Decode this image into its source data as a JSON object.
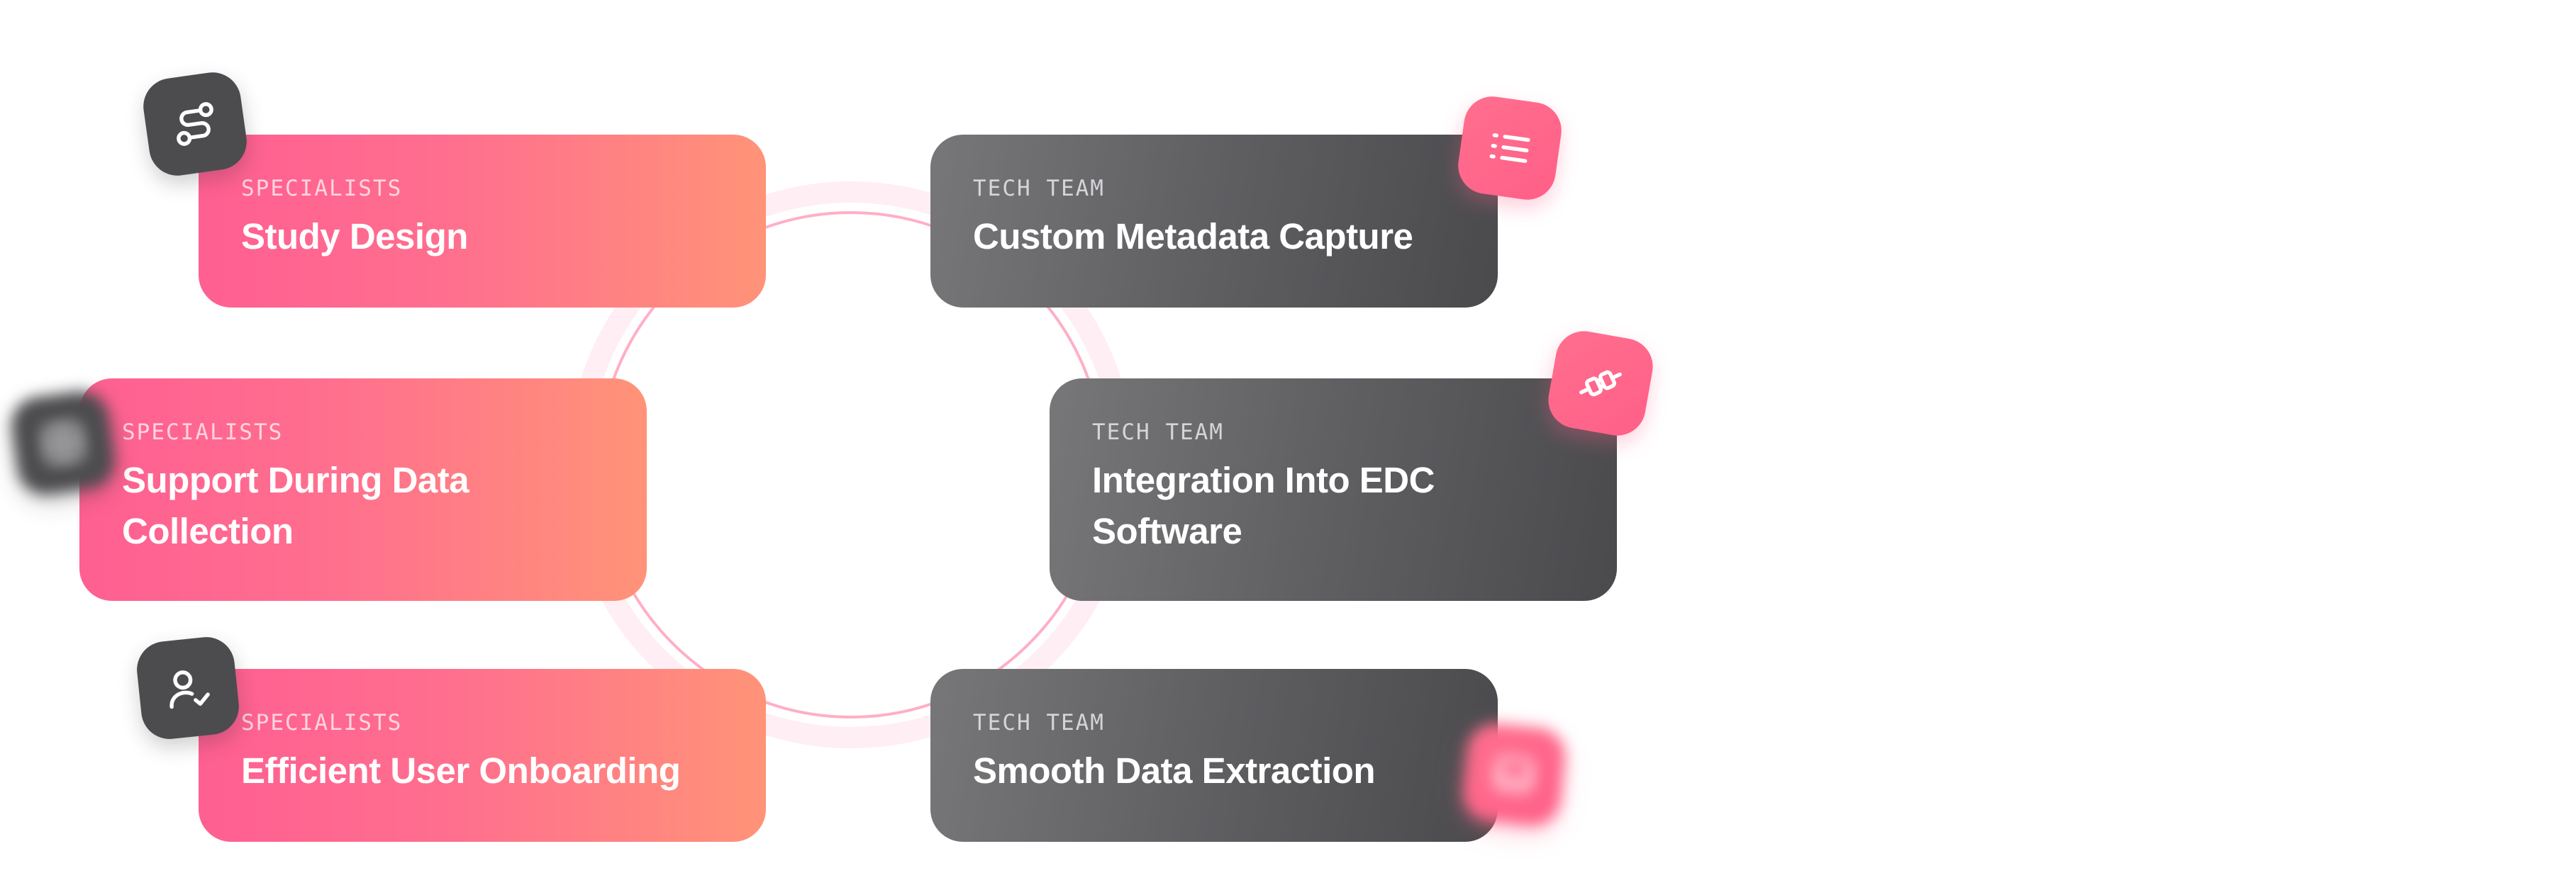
{
  "cards": {
    "study_design": {
      "eyebrow": "SPECIALISTS",
      "title": "Study Design"
    },
    "support_data_collection": {
      "eyebrow": "SPECIALISTS",
      "title": "Support During Data Collection"
    },
    "user_onboarding": {
      "eyebrow": "SPECIALISTS",
      "title": "Efficient User Onboarding"
    },
    "metadata_capture": {
      "eyebrow": "TECH TEAM",
      "title": "Custom Metadata Capture"
    },
    "edc_integration": {
      "eyebrow": "TECH TEAM",
      "title": "Integration Into EDC Software"
    },
    "data_extraction": {
      "eyebrow": "TECH TEAM",
      "title": "Smooth Data Extraction"
    }
  },
  "icons": {
    "study_design": "route-icon",
    "support_data_collection": "grid-icon",
    "user_onboarding": "user-check-icon",
    "metadata_capture": "list-icon",
    "edc_integration": "plug-icon",
    "data_extraction": "inbox-icon"
  },
  "colors": {
    "pink_start": "#ff5f92",
    "pink_end": "#ff9378",
    "dark_card": "#5f5f62",
    "ring": "#ff6e96"
  }
}
